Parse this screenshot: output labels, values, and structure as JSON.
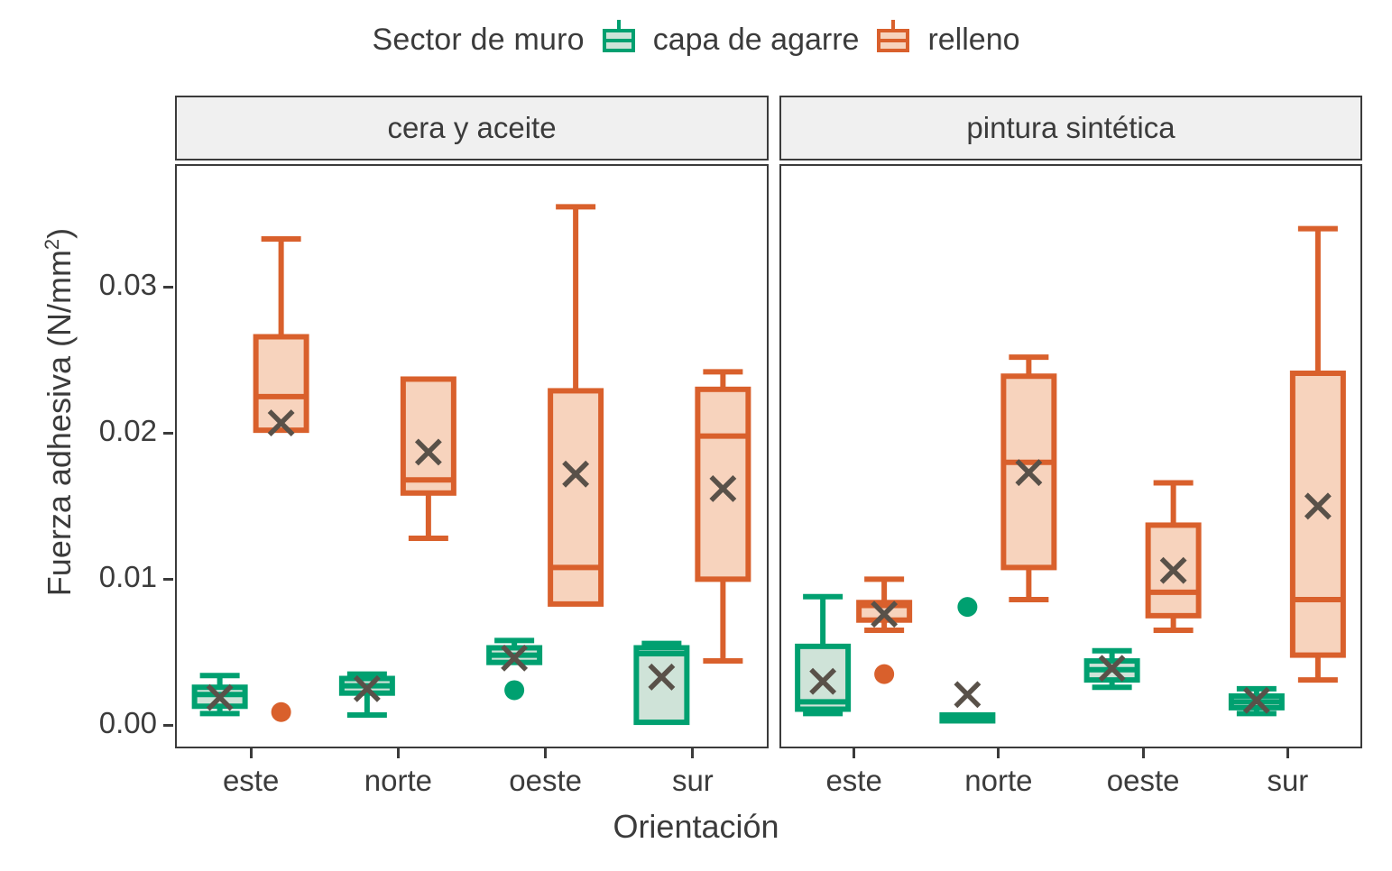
{
  "legend": {
    "title": "Sector de muro",
    "items": [
      {
        "label": "capa de agarre",
        "fill": "#CFE3D8",
        "stroke": "#00A070"
      },
      {
        "label": "relleno",
        "fill": "#F7D3BD",
        "stroke": "#D9602C"
      }
    ]
  },
  "axes": {
    "x_title": "Orientación",
    "y_title_main": "Fuerza adhesiva (N/mm",
    "y_title_sup": "2",
    "y_title_end": ")",
    "y_ticks": [
      "0.00",
      "0.01",
      "0.02",
      "0.03"
    ],
    "y_tick_values": [
      0.0,
      0.01,
      0.02,
      0.03
    ],
    "x_ticks": [
      "este",
      "norte",
      "oeste",
      "sur"
    ]
  },
  "panels": [
    {
      "title": "cera y aceite"
    },
    {
      "title": "pintura sintética"
    }
  ],
  "chart_data": {
    "type": "boxplot",
    "title": "",
    "xlabel": "Orientación",
    "ylabel": "Fuerza adhesiva (N/mm2)",
    "ylim": [
      -0.0014,
      0.0383
    ],
    "grid": false,
    "legend_title": "Sector de muro",
    "legend_position": "top",
    "facets": [
      "cera y aceite",
      "pintura sintética"
    ],
    "categories": [
      "este",
      "norte",
      "oeste",
      "sur"
    ],
    "groups": [
      "capa de agarre",
      "relleno"
    ],
    "colors": {
      "capa de agarre": {
        "fill": "#CFE3D8",
        "stroke": "#00A070"
      },
      "relleno": {
        "fill": "#F7D3BD",
        "stroke": "#D9602C"
      },
      "mean_marker": "#595149"
    },
    "boxes": [
      {
        "facet": "cera y aceite",
        "category": "este",
        "group": "capa de agarre",
        "whisker_low": 0.0008,
        "q1": 0.0013,
        "median": 0.0021,
        "q3": 0.0026,
        "whisker_high": 0.0034,
        "mean": 0.0019,
        "outliers": []
      },
      {
        "facet": "cera y aceite",
        "category": "este",
        "group": "relleno",
        "whisker_low": 0.0202,
        "q1": 0.0202,
        "median": 0.0225,
        "q3": 0.0266,
        "whisker_high": 0.0333,
        "mean": 0.0207,
        "outliers": [
          0.0009
        ]
      },
      {
        "facet": "cera y aceite",
        "category": "norte",
        "group": "capa de agarre",
        "whisker_low": 0.0007,
        "q1": 0.0022,
        "median": 0.0027,
        "q3": 0.0032,
        "whisker_high": 0.0035,
        "mean": 0.0025,
        "outliers": []
      },
      {
        "facet": "cera y aceite",
        "category": "norte",
        "group": "relleno",
        "whisker_low": 0.0128,
        "q1": 0.0159,
        "median": 0.0168,
        "q3": 0.0237,
        "whisker_high": 0.0237,
        "mean": 0.0187,
        "outliers": []
      },
      {
        "facet": "cera y aceite",
        "category": "oeste",
        "group": "capa de agarre",
        "whisker_low": 0.0043,
        "q1": 0.0043,
        "median": 0.0048,
        "q3": 0.0053,
        "whisker_high": 0.0058,
        "mean": 0.0046,
        "outliers": [
          0.0024
        ]
      },
      {
        "facet": "cera y aceite",
        "category": "oeste",
        "group": "relleno",
        "whisker_low": 0.0083,
        "q1": 0.0083,
        "median": 0.0108,
        "q3": 0.0229,
        "whisker_high": 0.0355,
        "mean": 0.0172,
        "outliers": []
      },
      {
        "facet": "cera y aceite",
        "category": "sur",
        "group": "capa de agarre",
        "whisker_low": 0.0002,
        "q1": 0.0002,
        "median": 0.0049,
        "q3": 0.0053,
        "whisker_high": 0.0056,
        "mean": 0.0033,
        "outliers": []
      },
      {
        "facet": "cera y aceite",
        "category": "sur",
        "group": "relleno",
        "whisker_low": 0.0044,
        "q1": 0.01,
        "median": 0.0198,
        "q3": 0.023,
        "whisker_high": 0.0242,
        "mean": 0.0162,
        "outliers": []
      },
      {
        "facet": "pintura sintética",
        "category": "este",
        "group": "capa de agarre",
        "whisker_low": 0.0008,
        "q1": 0.0011,
        "median": 0.0016,
        "q3": 0.0054,
        "whisker_high": 0.0088,
        "mean": 0.003,
        "outliers": []
      },
      {
        "facet": "pintura sintética",
        "category": "este",
        "group": "relleno",
        "whisker_low": 0.0065,
        "q1": 0.0072,
        "median": 0.0082,
        "q3": 0.0084,
        "whisker_high": 0.01,
        "mean": 0.0076,
        "outliers": [
          0.0035
        ]
      },
      {
        "facet": "pintura sintética",
        "category": "norte",
        "group": "capa de agarre",
        "whisker_low": 0.0003,
        "q1": 0.0003,
        "median": 0.0005,
        "q3": 0.0007,
        "whisker_high": 0.0007,
        "mean": 0.0021,
        "outliers": [
          0.0081
        ]
      },
      {
        "facet": "pintura sintética",
        "category": "norte",
        "group": "relleno",
        "whisker_low": 0.0086,
        "q1": 0.0108,
        "median": 0.018,
        "q3": 0.0239,
        "whisker_high": 0.0252,
        "mean": 0.0173,
        "outliers": []
      },
      {
        "facet": "pintura sintética",
        "category": "oeste",
        "group": "capa de agarre",
        "whisker_low": 0.0026,
        "q1": 0.0031,
        "median": 0.0038,
        "q3": 0.0044,
        "whisker_high": 0.0051,
        "mean": 0.0039,
        "outliers": []
      },
      {
        "facet": "pintura sintética",
        "category": "oeste",
        "group": "relleno",
        "whisker_low": 0.0065,
        "q1": 0.0075,
        "median": 0.0091,
        "q3": 0.0137,
        "whisker_high": 0.0166,
        "mean": 0.0106,
        "outliers": []
      },
      {
        "facet": "pintura sintética",
        "category": "sur",
        "group": "capa de agarre",
        "whisker_low": 0.0008,
        "q1": 0.0012,
        "median": 0.0016,
        "q3": 0.002,
        "whisker_high": 0.0025,
        "mean": 0.0017,
        "outliers": []
      },
      {
        "facet": "pintura sintética",
        "category": "sur",
        "group": "relleno",
        "whisker_low": 0.0031,
        "q1": 0.0048,
        "median": 0.0086,
        "q3": 0.0241,
        "whisker_high": 0.034,
        "mean": 0.015,
        "outliers": []
      }
    ]
  }
}
